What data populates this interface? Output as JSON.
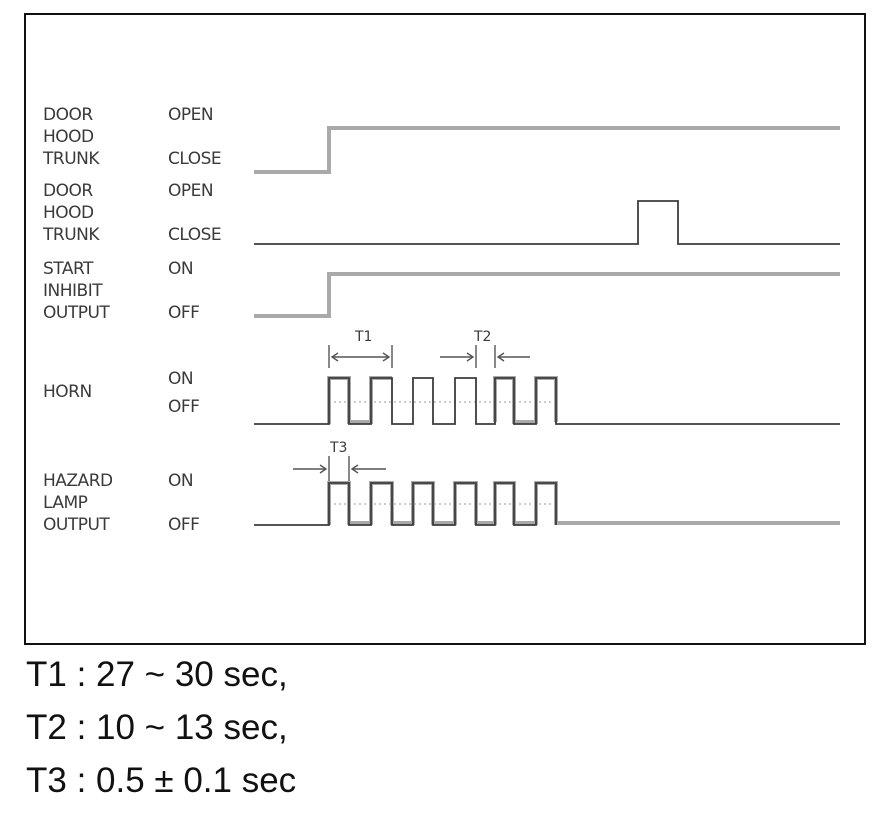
{
  "signals": [
    {
      "id": "door1",
      "lines": [
        "DOOR",
        "HOOD",
        "TRUNK"
      ],
      "on_label": "OPEN",
      "off_label": "CLOSE"
    },
    {
      "id": "door2",
      "lines": [
        "DOOR",
        "HOOD",
        "TRUNK"
      ],
      "on_label": "OPEN",
      "off_label": "CLOSE"
    },
    {
      "id": "start",
      "lines": [
        "START",
        "INHIBIT",
        "OUTPUT"
      ],
      "on_label": "ON",
      "off_label": "OFF"
    },
    {
      "id": "horn",
      "lines": [
        "HORN"
      ],
      "on_label": "ON",
      "off_label": "OFF"
    },
    {
      "id": "hazard",
      "lines": [
        "HAZARD",
        "LAMP",
        "OUTPUT"
      ],
      "on_label": "ON",
      "off_label": "OFF"
    }
  ],
  "markers": {
    "t1": "T1",
    "t2": "T2",
    "t3": "T3"
  },
  "legend": [
    "T1 : 27 ~ 30 sec,",
    "T2 : 10 ~ 13 sec,",
    "T3 : 0.5 ± 0.1 sec"
  ]
}
